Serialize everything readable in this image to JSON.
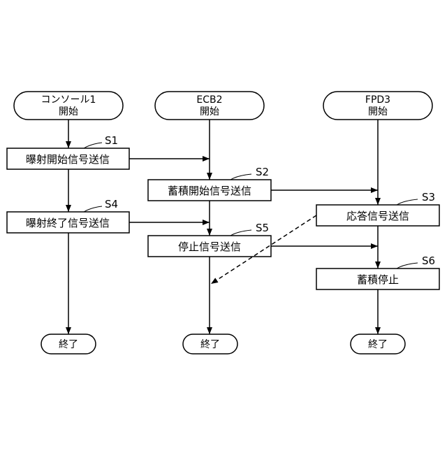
{
  "starts": {
    "console": [
      "コンソール1",
      "開始"
    ],
    "ecb": [
      "ECB2",
      "開始"
    ],
    "fpd": [
      "FPD3",
      "開始"
    ]
  },
  "steps": {
    "s1": {
      "id": "S1",
      "label": "曝射開始信号送信"
    },
    "s2": {
      "id": "S2",
      "label": "蓄積開始信号送信"
    },
    "s3": {
      "id": "S3",
      "label": "応答信号送信"
    },
    "s4": {
      "id": "S4",
      "label": "曝射終了信号送信"
    },
    "s5": {
      "id": "S5",
      "label": "停止信号送信"
    },
    "s6": {
      "id": "S6",
      "label": "蓄積停止"
    }
  },
  "ends": {
    "console": "終了",
    "ecb": "終了",
    "fpd": "終了"
  }
}
